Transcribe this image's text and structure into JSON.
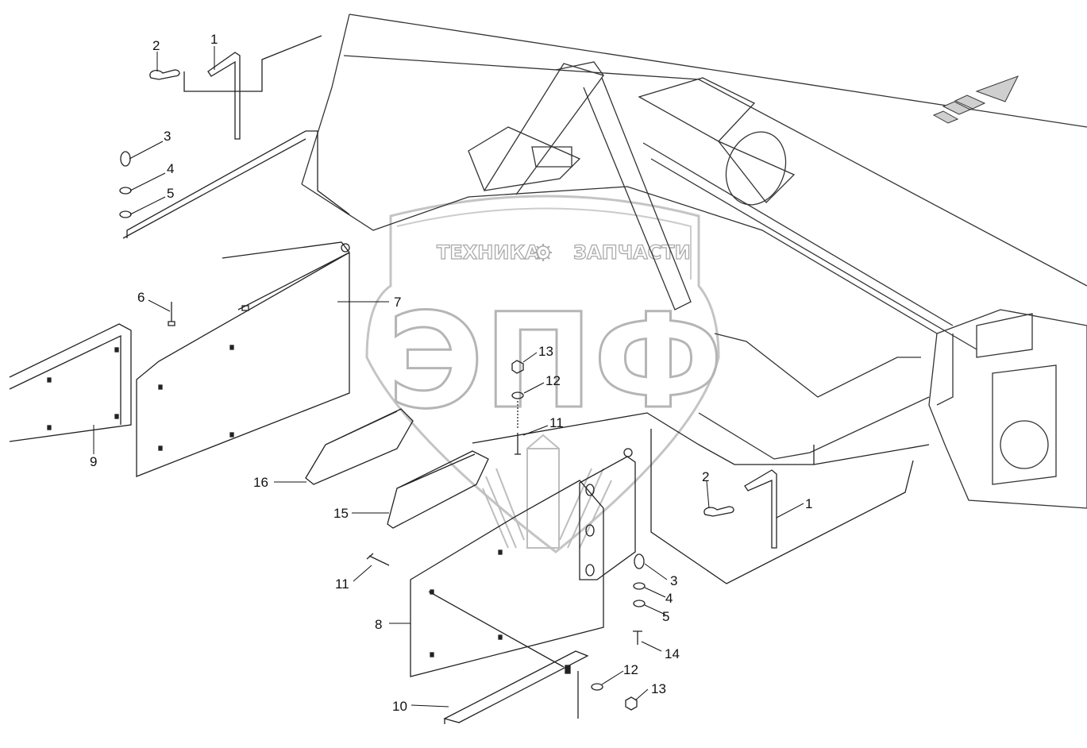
{
  "watermark": {
    "top_left": "ТЕХНИКА",
    "top_right": "ЗАПЧАСТИ",
    "logo": "ЭПФ"
  },
  "callouts": [
    {
      "id": "c2a",
      "label": "2"
    },
    {
      "id": "c1a",
      "label": "1"
    },
    {
      "id": "c3a",
      "label": "3"
    },
    {
      "id": "c4a",
      "label": "4"
    },
    {
      "id": "c5a",
      "label": "5"
    },
    {
      "id": "c6",
      "label": "6"
    },
    {
      "id": "c7",
      "label": "7"
    },
    {
      "id": "c9",
      "label": "9"
    },
    {
      "id": "c13a",
      "label": "13"
    },
    {
      "id": "c12a",
      "label": "12"
    },
    {
      "id": "c11a",
      "label": "11"
    },
    {
      "id": "c16",
      "label": "16"
    },
    {
      "id": "c15",
      "label": "15"
    },
    {
      "id": "c2b",
      "label": "2"
    },
    {
      "id": "c1b",
      "label": "1"
    },
    {
      "id": "c11b",
      "label": "11"
    },
    {
      "id": "c3b",
      "label": "3"
    },
    {
      "id": "c4b",
      "label": "4"
    },
    {
      "id": "c5b",
      "label": "5"
    },
    {
      "id": "c8",
      "label": "8"
    },
    {
      "id": "c14",
      "label": "14"
    },
    {
      "id": "c12b",
      "label": "12"
    },
    {
      "id": "c13b",
      "label": "13"
    },
    {
      "id": "c10",
      "label": "10"
    }
  ],
  "direction_arrow_icon": "direction-arrow-icon"
}
